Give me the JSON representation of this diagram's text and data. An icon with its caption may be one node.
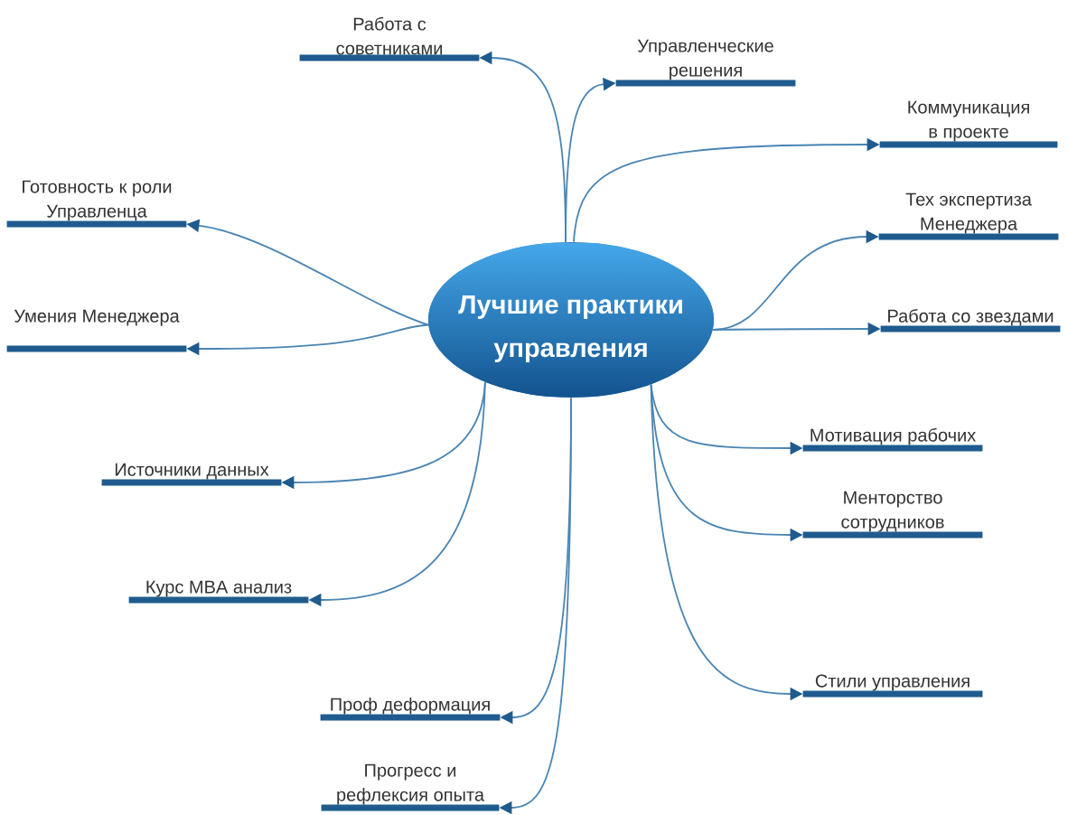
{
  "diagram": {
    "nodes": [
      {
        "text": [
          "Лучшие практики управления"
        ]
      },
      {
        "text": [
          "Работа с советниками"
        ]
      },
      {
        "text": [
          "Управленческие решения"
        ]
      },
      {
        "text": [
          "Коммуникация в проекте"
        ]
      },
      {
        "text": [
          "Готовность к роли Управленца"
        ]
      },
      {
        "text": [
          "Тех экспертиза Менеджера"
        ]
      },
      {
        "text": [
          "Умения Менеджера"
        ]
      },
      {
        "text": [
          "Работа со звездами"
        ]
      },
      {
        "text": [
          "Мотивация рабочих"
        ]
      },
      {
        "text": [
          "Источники данных"
        ]
      },
      {
        "text": [
          "Менторство сотрудников"
        ]
      },
      {
        "text": [
          "Курс MBA анализ"
        ]
      },
      {
        "text": [
          "Стили управления"
        ]
      },
      {
        "text": [
          "Проф деформация"
        ]
      },
      {
        "text": [
          "Прогресс и рефлексия опыта"
        ]
      }
    ],
    "edges": [
      {
        "from": 0,
        "to": 1,
        "arrow": "to"
      },
      {
        "from": 0,
        "to": 2,
        "arrow": "to"
      },
      {
        "from": 0,
        "to": 3,
        "arrow": "to"
      },
      {
        "from": 0,
        "to": 4,
        "arrow": "to"
      },
      {
        "from": 0,
        "to": 5,
        "arrow": "to"
      },
      {
        "from": 0,
        "to": 6,
        "arrow": "to"
      },
      {
        "from": 0,
        "to": 7,
        "arrow": "to"
      },
      {
        "from": 0,
        "to": 8,
        "arrow": "to"
      },
      {
        "from": 0,
        "to": 9,
        "arrow": "to"
      },
      {
        "from": 0,
        "to": 10,
        "arrow": "to"
      },
      {
        "from": 0,
        "to": 11,
        "arrow": "to"
      },
      {
        "from": 0,
        "to": 12,
        "arrow": "to"
      },
      {
        "from": 0,
        "to": 13,
        "arrow": "to"
      },
      {
        "from": 0,
        "to": 14,
        "arrow": "to"
      }
    ]
  }
}
